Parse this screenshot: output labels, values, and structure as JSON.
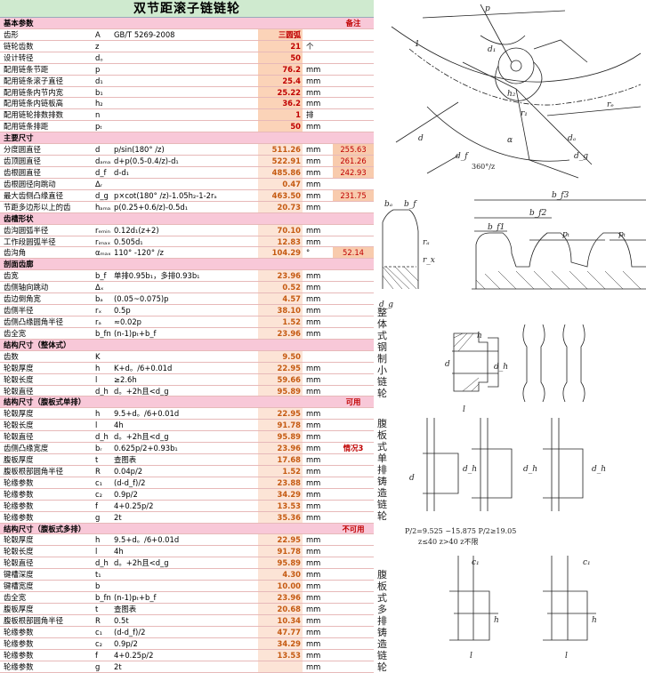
{
  "title": "双节距滚子链链轮",
  "header": {
    "left": "基本参数",
    "right": "备注"
  },
  "rows": [
    {
      "type": "param",
      "name": "齿形",
      "sym": "A",
      "formula": "GB/T 5269-2008",
      "value": "三圆弧",
      "vstyle": "inp",
      "unit": "",
      "note": ""
    },
    {
      "type": "param",
      "name": "链轮齿数",
      "sym": "z",
      "formula": "",
      "value": "21",
      "vstyle": "inp",
      "unit": "个",
      "note": ""
    },
    {
      "type": "param",
      "name": "设计转径",
      "sym": "d。",
      "formula": "",
      "value": "50",
      "vstyle": "inp",
      "unit": "",
      "note": ""
    },
    {
      "type": "param",
      "name": "配用链条节距",
      "sym": "p",
      "formula": "",
      "value": "76.2",
      "vstyle": "inp",
      "unit": "mm",
      "note": ""
    },
    {
      "type": "param",
      "name": "配用链条滚子直径",
      "sym": "d₁",
      "formula": "",
      "value": "25.4",
      "vstyle": "inp",
      "unit": "mm",
      "note": ""
    },
    {
      "type": "param",
      "name": "配用链条内节内宽",
      "sym": "b₁",
      "formula": "",
      "value": "25.22",
      "vstyle": "inp",
      "unit": "mm",
      "note": ""
    },
    {
      "type": "param",
      "name": "配用链条内链板高",
      "sym": "h₂",
      "formula": "",
      "value": "36.2",
      "vstyle": "inp",
      "unit": "mm",
      "note": ""
    },
    {
      "type": "param",
      "name": "配用链轮排数排数",
      "sym": "n",
      "formula": "",
      "value": "1",
      "vstyle": "inp",
      "unit": "排",
      "note": ""
    },
    {
      "type": "param",
      "name": "配用链条排距",
      "sym": "pₜ",
      "formula": "",
      "value": "50",
      "vstyle": "inp",
      "unit": "mm",
      "note": ""
    },
    {
      "type": "section",
      "name": "主要尺寸",
      "right": ""
    },
    {
      "type": "param",
      "name": "分度圆直径",
      "sym": "d",
      "formula": "p/sin(180° /z)",
      "value": "511.26",
      "vstyle": "out",
      "unit": "mm",
      "note": "255.63",
      "nstyle": "val"
    },
    {
      "type": "param",
      "name": "齿顶圆直径",
      "sym": "dₐₘₐₓ",
      "formula": "d+p(0.5-0.4/z)-d₁",
      "value": "522.91",
      "vstyle": "out",
      "unit": "mm",
      "note": "261.26",
      "nstyle": "val"
    },
    {
      "type": "param",
      "name": "齿根圆直径",
      "sym": "d_f",
      "formula": "d-d₁",
      "value": "485.86",
      "vstyle": "out",
      "unit": "mm",
      "note": "242.93",
      "nstyle": "val"
    },
    {
      "type": "param",
      "name": "齿根圆径向跳动",
      "sym": "Δᵣ",
      "formula": "",
      "value": "0.47",
      "vstyle": "out",
      "unit": "mm",
      "note": ""
    },
    {
      "type": "param",
      "name": "最大齿侧凸缘直径",
      "sym": "d_g",
      "formula": "p×cot(180° /z)-1.05h₂-1-2rₐ",
      "value": "463.50",
      "vstyle": "out",
      "unit": "mm",
      "note": "231.75",
      "nstyle": "val"
    },
    {
      "type": "param",
      "name": "节距多边形以上的齿",
      "sym": "hₐₘₐₓ",
      "formula": "p(0.25+0.6/z)-0.5d₁",
      "value": "20.73",
      "vstyle": "out",
      "unit": "mm",
      "note": ""
    },
    {
      "type": "section",
      "name": "齿槽形状",
      "right": ""
    },
    {
      "type": "param",
      "name": "齿沟圆弧半径",
      "sym": "rₑₘᵢₙ",
      "formula": "0.12d₁(z+2)",
      "value": "70.10",
      "vstyle": "out",
      "unit": "mm",
      "note": ""
    },
    {
      "type": "param",
      "name": "工作段圆弧半径",
      "sym": "rᵢₘₐₓ",
      "formula": "0.505d₁",
      "value": "12.83",
      "vstyle": "out",
      "unit": "mm",
      "note": ""
    },
    {
      "type": "param",
      "name": "齿沟角",
      "sym": "αₘₐₓ",
      "formula": "110° -120° /z",
      "value": "104.29",
      "vstyle": "out",
      "unit": "°",
      "note": "52.14",
      "nstyle": "val"
    },
    {
      "type": "section",
      "name": "剖面齿廓",
      "right": ""
    },
    {
      "type": "param",
      "name": "齿宽",
      "sym": "b_f",
      "formula": "单排0.95b₁，多排0.93b₁",
      "value": "23.96",
      "vstyle": "out",
      "unit": "mm",
      "note": ""
    },
    {
      "type": "param",
      "name": "齿侧轴向跳动",
      "sym": "Δₓ",
      "formula": "",
      "value": "0.52",
      "vstyle": "out",
      "unit": "mm",
      "note": ""
    },
    {
      "type": "param",
      "name": "齿边倒角宽",
      "sym": "bₐ",
      "formula": "(0.05~0.075)p",
      "value": "4.57",
      "vstyle": "out",
      "unit": "mm",
      "note": ""
    },
    {
      "type": "param",
      "name": "齿侧半径",
      "sym": "rₓ",
      "formula": "0.5p",
      "value": "38.10",
      "vstyle": "out",
      "unit": "mm",
      "note": ""
    },
    {
      "type": "param",
      "name": "齿侧凸缘圆角半径",
      "sym": "rₐ",
      "formula": "≈0.02p",
      "value": "1.52",
      "vstyle": "out",
      "unit": "mm",
      "note": ""
    },
    {
      "type": "param",
      "name": "齿全宽",
      "sym": "b_fn",
      "formula": "(n-1)pₜ+b_f",
      "value": "23.96",
      "vstyle": "out",
      "unit": "mm",
      "note": ""
    },
    {
      "type": "section",
      "name": "结构尺寸（整体式）",
      "right": ""
    },
    {
      "type": "param",
      "name": "齿数",
      "sym": "K",
      "formula": "",
      "value": "9.50",
      "vstyle": "out",
      "unit": "",
      "note": ""
    },
    {
      "type": "param",
      "name": "轮毂厚度",
      "sym": "h",
      "formula": "K+d。/6+0.01d",
      "value": "22.95",
      "vstyle": "out",
      "unit": "mm",
      "note": ""
    },
    {
      "type": "param",
      "name": "轮毂长度",
      "sym": "l",
      "formula": "≥2.6h",
      "value": "59.66",
      "vstyle": "out",
      "unit": "mm",
      "note": ""
    },
    {
      "type": "param",
      "name": "轮毂直径",
      "sym": "d_h",
      "formula": "d。+2h且<d_g",
      "value": "95.89",
      "vstyle": "out",
      "unit": "mm",
      "note": ""
    },
    {
      "type": "section",
      "name": "结构尺寸（腹板式单排）",
      "right": "可用"
    },
    {
      "type": "param",
      "name": "轮毂厚度",
      "sym": "h",
      "formula": "9.5+d。/6+0.01d",
      "value": "22.95",
      "vstyle": "out",
      "unit": "mm",
      "note": ""
    },
    {
      "type": "param",
      "name": "轮毂长度",
      "sym": "l",
      "formula": "4h",
      "value": "91.78",
      "vstyle": "out",
      "unit": "mm",
      "note": ""
    },
    {
      "type": "param",
      "name": "轮毂直径",
      "sym": "d_h",
      "formula": "d。+2h且<d_g",
      "value": "95.89",
      "vstyle": "out",
      "unit": "mm",
      "note": ""
    },
    {
      "type": "param",
      "name": "齿侧凸缘宽度",
      "sym": "bᵣ",
      "formula": "0.625p/2+0.93b₁",
      "value": "23.96",
      "vstyle": "out",
      "unit": "mm",
      "note": "情况3",
      "nstyle": "note"
    },
    {
      "type": "param",
      "name": "腹板厚度",
      "sym": "t",
      "formula": "查图表",
      "value": "17.68",
      "vstyle": "out",
      "unit": "mm",
      "note": ""
    },
    {
      "type": "param",
      "name": "腹板根部圆角半径",
      "sym": "R",
      "formula": "0.04p/2",
      "value": "1.52",
      "vstyle": "out",
      "unit": "mm",
      "note": ""
    },
    {
      "type": "param",
      "name": "轮缘参数",
      "sym": "c₁",
      "formula": "(d-d_f)/2",
      "value": "23.88",
      "vstyle": "out",
      "unit": "mm",
      "note": ""
    },
    {
      "type": "param",
      "name": "轮缘参数",
      "sym": "c₂",
      "formula": "0.9p/2",
      "value": "34.29",
      "vstyle": "out",
      "unit": "mm",
      "note": ""
    },
    {
      "type": "param",
      "name": "轮缘参数",
      "sym": "f",
      "formula": "4+0.25p/2",
      "value": "13.53",
      "vstyle": "out",
      "unit": "mm",
      "note": ""
    },
    {
      "type": "param",
      "name": "轮缘参数",
      "sym": "g",
      "formula": "2t",
      "value": "35.36",
      "vstyle": "out",
      "unit": "mm",
      "note": ""
    },
    {
      "type": "section",
      "name": "结构尺寸（腹板式多排）",
      "right": "不可用"
    },
    {
      "type": "param",
      "name": "轮毂厚度",
      "sym": "h",
      "formula": "9.5+d。/6+0.01d",
      "value": "22.95",
      "vstyle": "out",
      "unit": "mm",
      "note": ""
    },
    {
      "type": "param",
      "name": "轮毂长度",
      "sym": "l",
      "formula": "4h",
      "value": "91.78",
      "vstyle": "out",
      "unit": "mm",
      "note": ""
    },
    {
      "type": "param",
      "name": "轮毂直径",
      "sym": "d_h",
      "formula": "d。+2h且<d_g",
      "value": "95.89",
      "vstyle": "out",
      "unit": "mm",
      "note": ""
    },
    {
      "type": "param",
      "name": "键槽深度",
      "sym": "t₁",
      "formula": "",
      "value": "4.30",
      "vstyle": "out",
      "unit": "mm",
      "note": ""
    },
    {
      "type": "param",
      "name": "键槽宽度",
      "sym": "b",
      "formula": "",
      "value": "10.00",
      "vstyle": "out",
      "unit": "mm",
      "note": ""
    },
    {
      "type": "param",
      "name": "齿全宽",
      "sym": "b_fn",
      "formula": "(n-1)pₜ+b_f",
      "value": "23.96",
      "vstyle": "out",
      "unit": "mm",
      "note": ""
    },
    {
      "type": "param",
      "name": "腹板厚度",
      "sym": "t",
      "formula": "查图表",
      "value": "20.68",
      "vstyle": "out",
      "unit": "mm",
      "note": ""
    },
    {
      "type": "param",
      "name": "腹板根部圆角半径",
      "sym": "R",
      "formula": "0.5t",
      "value": "10.34",
      "vstyle": "out",
      "unit": "mm",
      "note": ""
    },
    {
      "type": "param",
      "name": "轮缘参数",
      "sym": "c₁",
      "formula": "(d-d_f)/2",
      "value": "47.77",
      "vstyle": "out",
      "unit": "mm",
      "note": ""
    },
    {
      "type": "param",
      "name": "轮缘参数",
      "sym": "c₂",
      "formula": "0.9p/2",
      "value": "34.29",
      "vstyle": "out",
      "unit": "mm",
      "note": ""
    },
    {
      "type": "param",
      "name": "轮缘参数",
      "sym": "f",
      "formula": "4+0.25p/2",
      "value": "13.53",
      "vstyle": "out",
      "unit": "mm",
      "note": ""
    },
    {
      "type": "param",
      "name": "轮缘参数",
      "sym": "g",
      "formula": "2t",
      "value": "",
      "vstyle": "out",
      "unit": "mm",
      "note": ""
    }
  ],
  "diagrams": {
    "labels_top": [
      "p",
      "1",
      "d₁",
      "h₂",
      "r₁",
      "rₑ",
      "α",
      "360°/z",
      "d",
      "d_f",
      "d_a",
      "d_g"
    ],
    "labels_profile": [
      "b_f3",
      "b_a",
      "b_f",
      "b_f1",
      "b_f2",
      "pₜ",
      "pₜ",
      "rₐ",
      "r_x",
      "d_g"
    ],
    "side_labels": [
      "整体式钢制小链轮",
      "腹板式单排铸造链轮",
      "腹板式多排铸造链轮"
    ],
    "notes_line1": "P/2=9.525 ~15.875  P/2≥19.05",
    "notes_line2": "z≤40    z>40    z不限"
  },
  "colors": {
    "title_bg": "#cfeacf",
    "section_bg": "#f8c8d8",
    "input_bg": "#fbd3b8",
    "output_bg": "#fce4d6",
    "red": "#c00000"
  }
}
